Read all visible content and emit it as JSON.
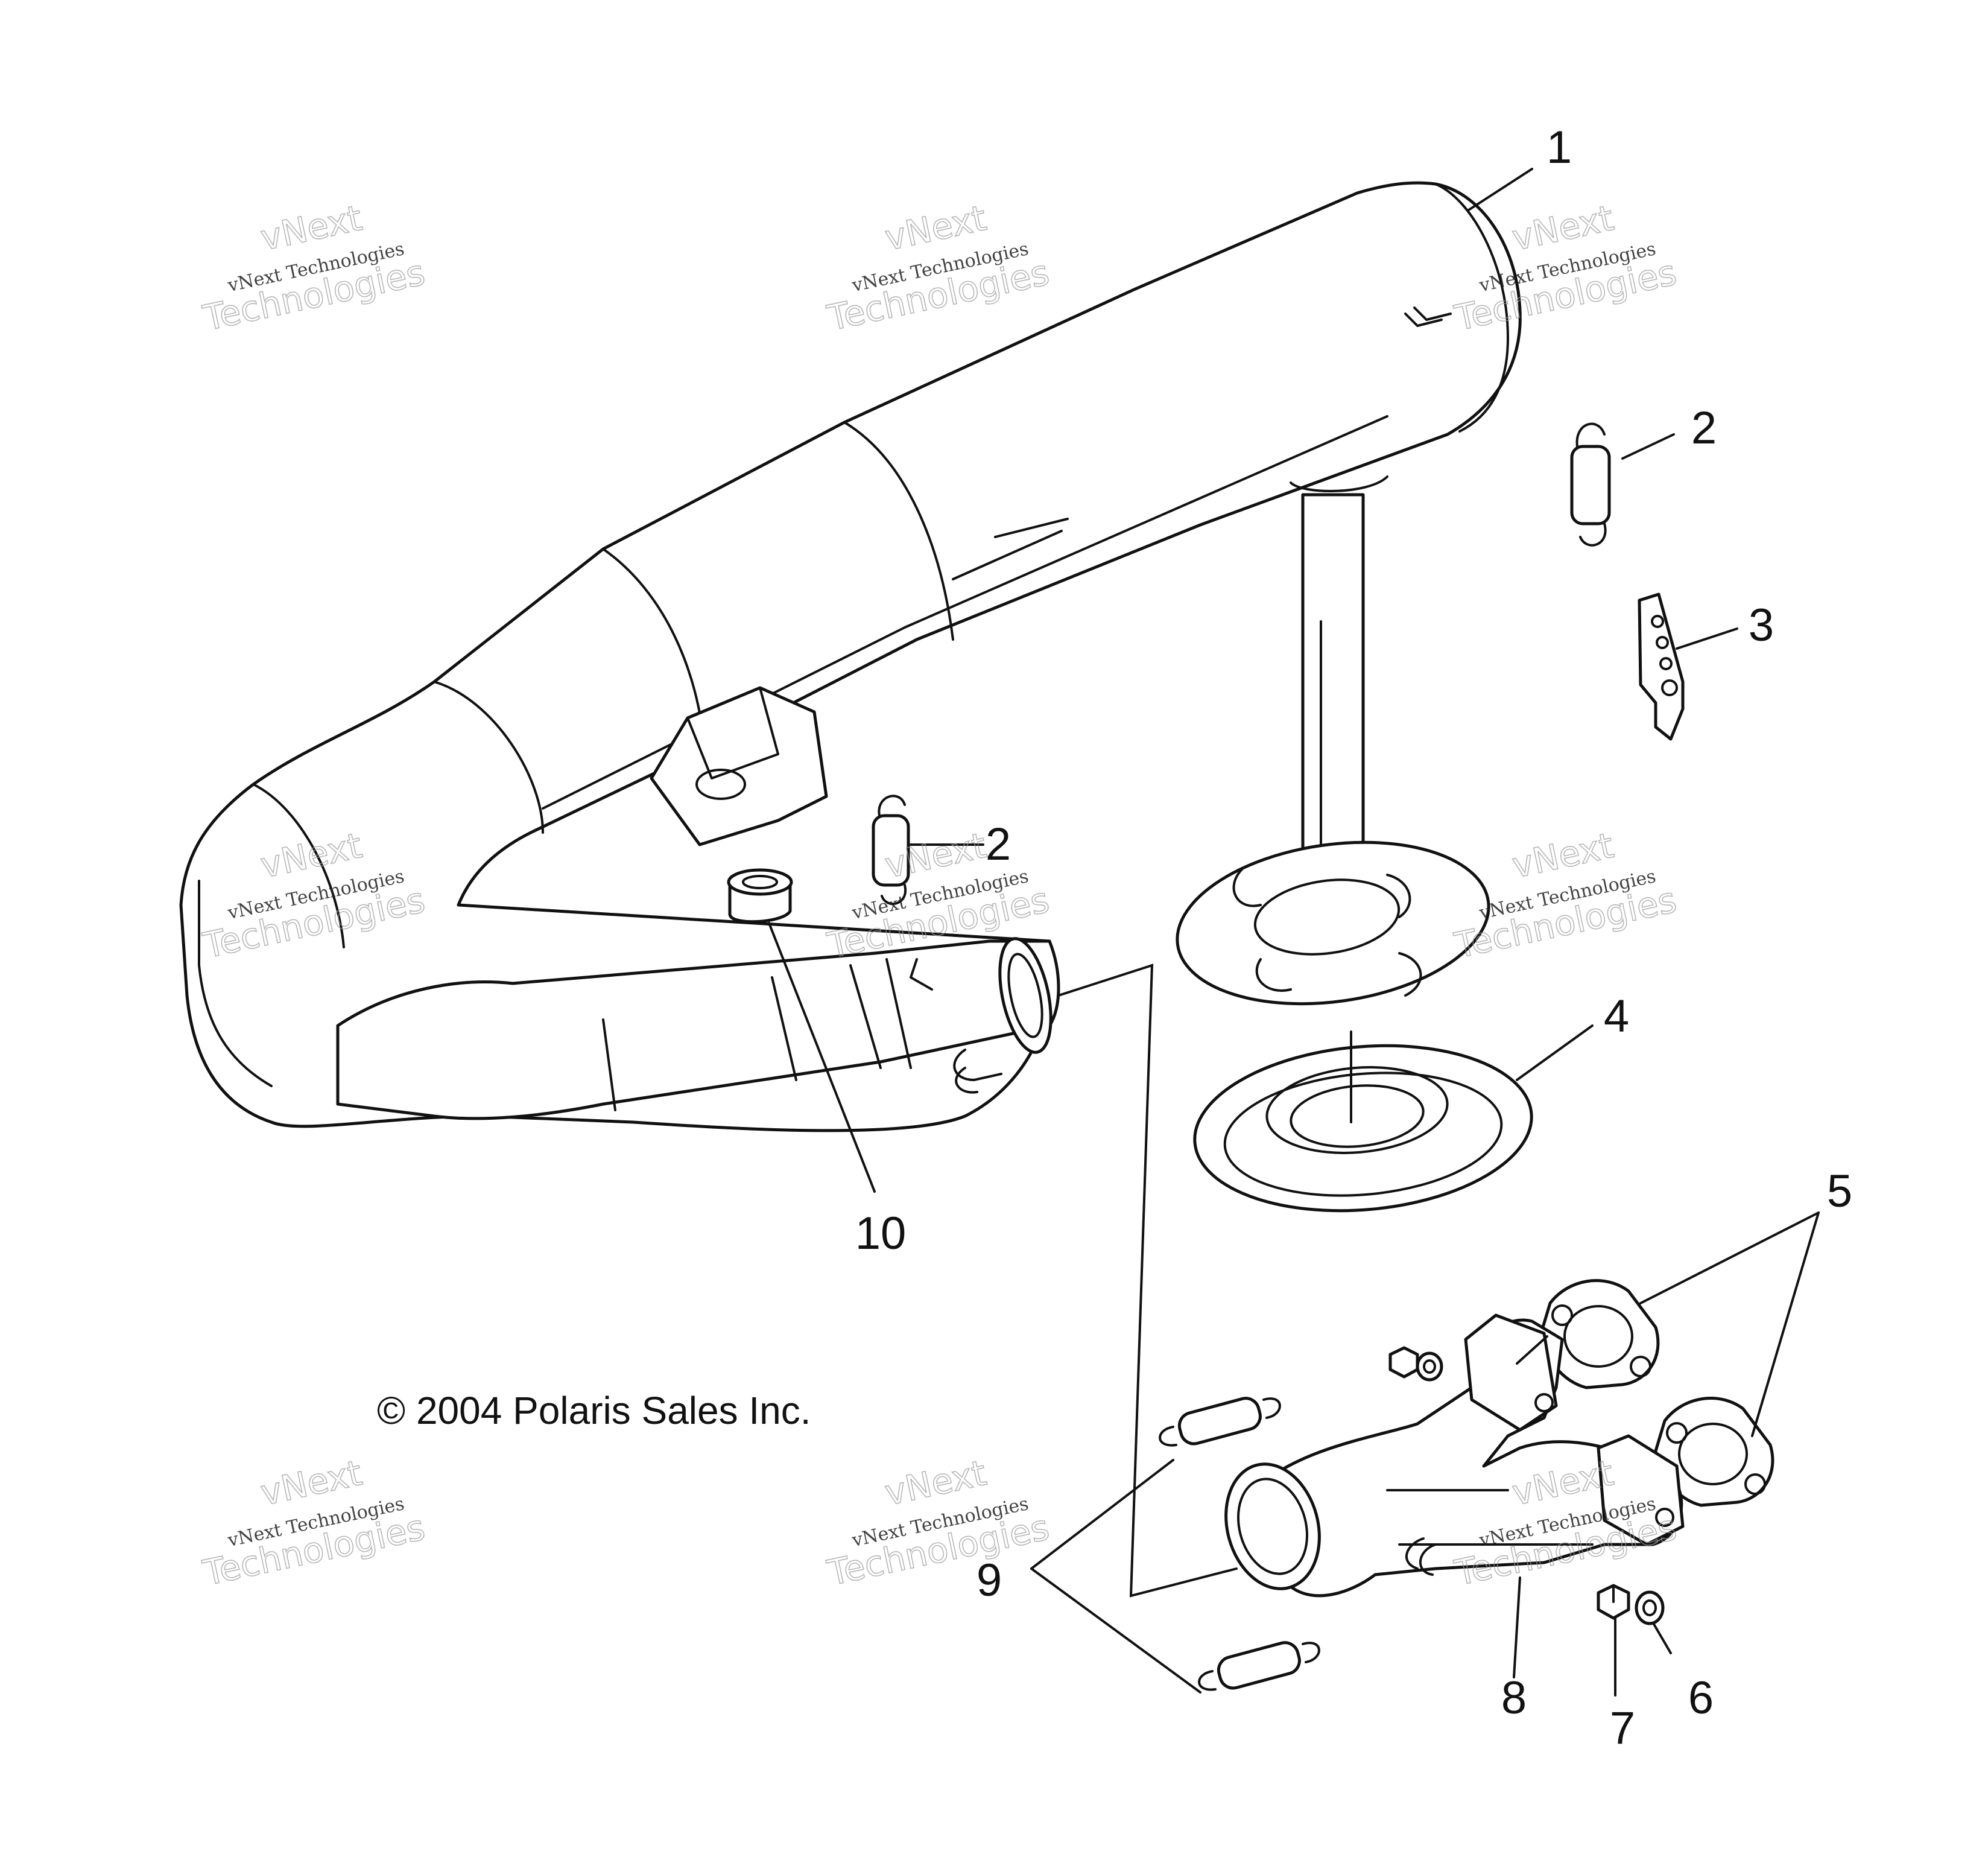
{
  "callouts": [
    "1",
    "2",
    "2",
    "3",
    "4",
    "5",
    "6",
    "7",
    "8",
    "9",
    "10"
  ],
  "copyright": "© 2004 Polaris Sales Inc.",
  "watermark": {
    "line1": "vNext",
    "line2": "vNext Technologies",
    "line3": "Technologies"
  },
  "colors": {
    "line": "#111111",
    "background": "#ffffff",
    "watermark": "#9a9a9a"
  }
}
